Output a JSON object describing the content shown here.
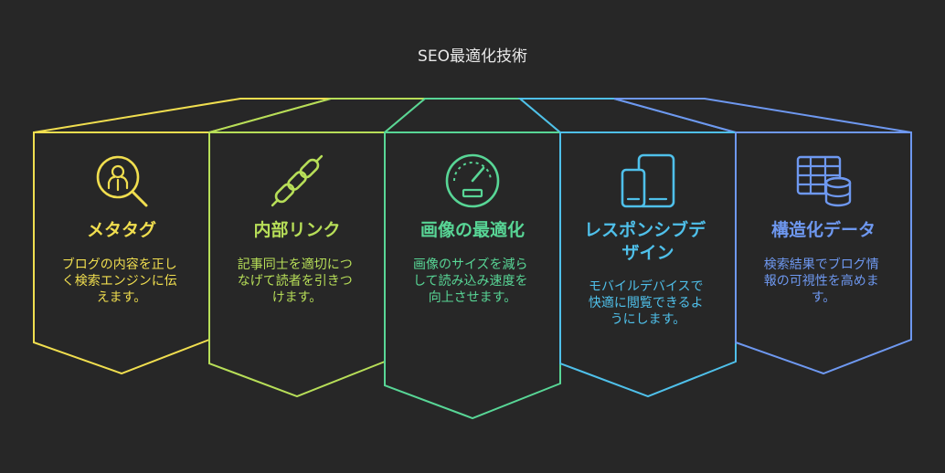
{
  "title": "SEO最適化技術",
  "cards": [
    {
      "title": [
        "メタタグ"
      ],
      "description": [
        "ブログの内容を正し",
        "く検索エンジンに伝",
        "えます。"
      ],
      "icon": "magnifier-icon",
      "color": "#f0de4f"
    },
    {
      "title": [
        "内部リンク"
      ],
      "description": [
        "記事同士を適切につ",
        "なげて読者を引きつ",
        "けます。"
      ],
      "icon": "link-chain-icon",
      "color": "#b7de58"
    },
    {
      "title": [
        "画像の最適化"
      ],
      "description": [
        "画像のサイズを減ら",
        "して読み込み速度を",
        "向上させます。"
      ],
      "icon": "speedometer-icon",
      "color": "#58d696"
    },
    {
      "title": [
        "レスポンシブデ",
        "ザイン"
      ],
      "description": [
        "モバイルデバイスで",
        "快適に閲覧できるよ",
        "うにします。"
      ],
      "icon": "mobile-devices-icon",
      "color": "#4fc0ea"
    },
    {
      "title": [
        "構造化データ"
      ],
      "description": [
        "検索結果でブログ情",
        "報の可視性を高めま",
        "す。"
      ],
      "icon": "table-database-icon",
      "color": "#6e98f0"
    }
  ]
}
